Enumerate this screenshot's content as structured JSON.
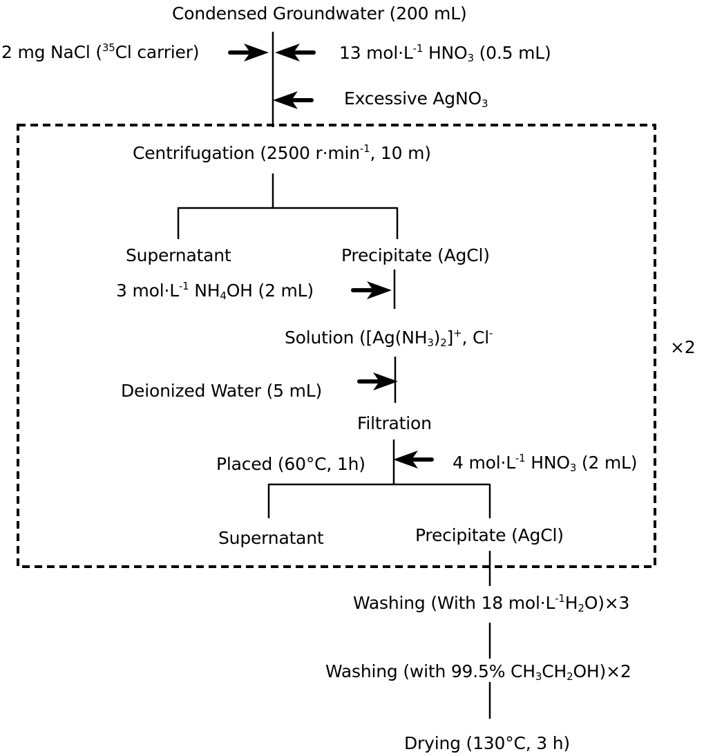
{
  "colors": {
    "ink": "#000000",
    "background": "#ffffff"
  },
  "labels": {
    "groundwater": "Condensed Groundwater (200 mL)",
    "nacl_a": "2 mg NaCl (",
    "nacl_sup": "35",
    "nacl_b": "Cl carrier)",
    "hno3_a": "13 mol·L",
    "hno3_sup": "-1",
    "hno3_b": " HNO",
    "hno3_sub": "3",
    "hno3_c": " (0.5 mL)",
    "agno3_a": "Excessive AgNO",
    "agno3_sub": "3",
    "centrifugation_a": "Centrifugation (2500 r·min",
    "centrifugation_sup": "-1",
    "centrifugation_b": ", 10 m)",
    "supernatant_1": "Supernatant",
    "precipitate_1": "Precipitate (AgCl)",
    "nh4oh_a": "3 mol·L",
    "nh4oh_sup": "-1",
    "nh4oh_b": " NH",
    "nh4oh_sub": "4",
    "nh4oh_c": "OH (2 mL)",
    "solution_a": "Solution ([Ag(NH",
    "solution_sub1": "3",
    "solution_b": ")",
    "solution_sub2": "2",
    "solution_c": "]",
    "solution_sup1": "+",
    "solution_d": ", Cl",
    "solution_sup2": "-",
    "deionized": "Deionized Water (5 mL)",
    "filtration": "Filtration",
    "placed": "Placed (60°C, 1h)",
    "hno3b_a": "4 mol·L",
    "hno3b_sup": "-1",
    "hno3b_b": " HNO",
    "hno3b_sub": "3",
    "hno3b_c": " (2 mL)",
    "supernatant_2": "Supernatant",
    "precipitate_2": "Precipitate (AgCl)",
    "repeat": "×2",
    "washing1_a": "Washing (With 18 mol·L",
    "washing1_sup": "-1",
    "washing1_b": "H",
    "washing1_sub": "2",
    "washing1_c": "O)×3",
    "washing2_a": "Washing (with 99.5% CH",
    "washing2_sub1": "3",
    "washing2_b": "CH",
    "washing2_sub2": "2",
    "washing2_c": "OH)×2",
    "drying": "Drying (130°C, 3 h)"
  }
}
